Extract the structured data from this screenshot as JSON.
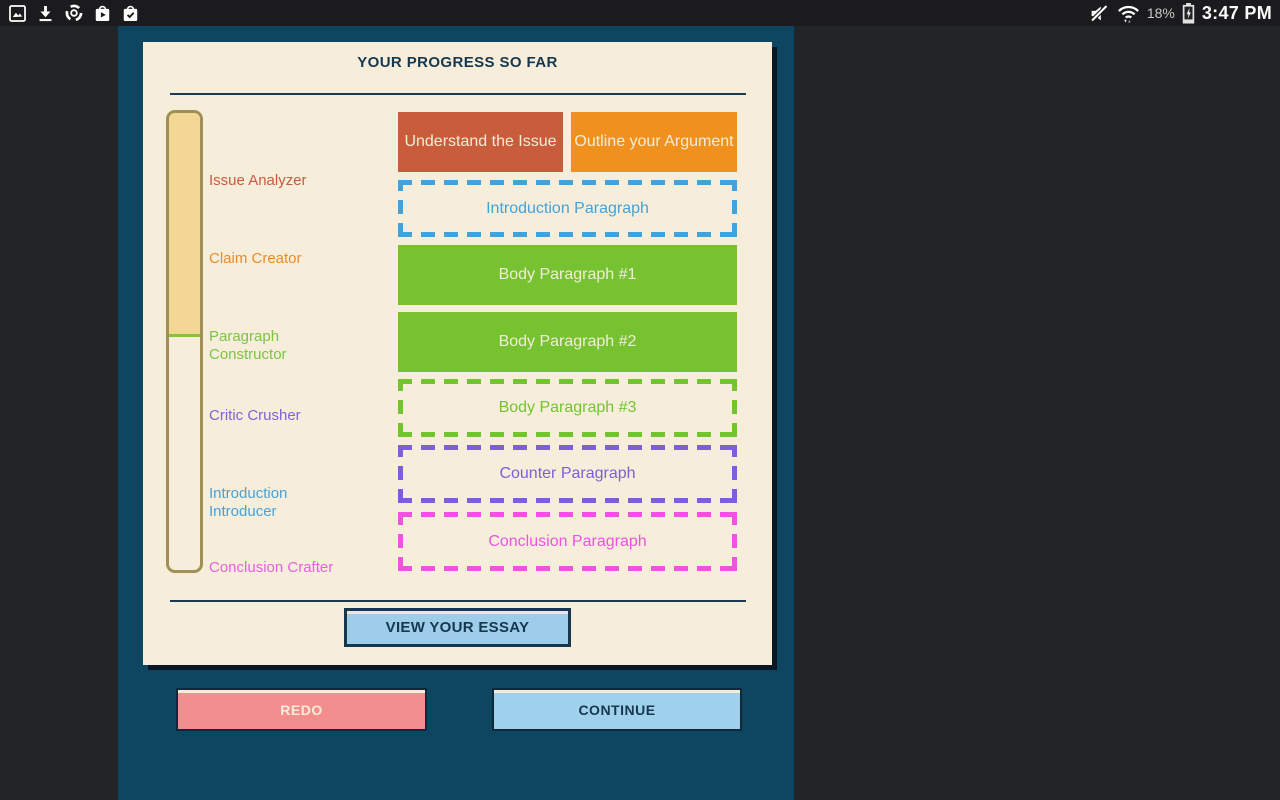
{
  "status_bar": {
    "time": "3:47 PM",
    "battery_percent": "18%",
    "battery_state": "charging",
    "left_icons": [
      "screenshot-icon",
      "download-icon",
      "chrome-icon",
      "play-store-icon",
      "verified-apps-icon"
    ],
    "right_icons": [
      "volume-muted-icon",
      "wifi-icon",
      "battery-charging-icon"
    ]
  },
  "progress_card": {
    "title": "YOUR PROGRESS SO FAR",
    "progress_bar": {
      "fill_percent": 49,
      "fill_color": "#f3d794",
      "marker_color": "#84c43c"
    },
    "stages": [
      {
        "label": "Issue Analyzer",
        "color": "#c75b40"
      },
      {
        "label": "Claim Creator",
        "color": "#ee8a28"
      },
      {
        "label": "Paragraph Constructor",
        "color": "#7cc342"
      },
      {
        "label": "Critic Crusher",
        "color": "#7e64d6"
      },
      {
        "label": "Introduction Introducer",
        "color": "#4aa0d8"
      },
      {
        "label": "Conclusion Crafter",
        "color": "#e95fe0"
      }
    ],
    "steps": [
      {
        "label": "Understand the Issue",
        "state": "complete",
        "color": "#c95c3b"
      },
      {
        "label": "Outline your Argument",
        "state": "complete",
        "color": "#f0911e"
      },
      {
        "label": "Introduction Paragraph",
        "state": "incomplete",
        "color": "#45a2d9"
      },
      {
        "label": "Body Paragraph #1",
        "state": "complete",
        "color": "#76c231"
      },
      {
        "label": "Body Paragraph #2",
        "state": "complete",
        "color": "#76c231"
      },
      {
        "label": "Body Paragraph #3",
        "state": "incomplete",
        "color": "#72c52f"
      },
      {
        "label": "Counter Paragraph",
        "state": "incomplete",
        "color": "#7b60da"
      },
      {
        "label": "Conclusion Paragraph",
        "state": "incomplete",
        "color": "#f052e2"
      }
    ],
    "view_essay_button": "VIEW YOUR ESSAY"
  },
  "footer": {
    "redo_button": "REDO",
    "continue_button": "CONTINUE"
  },
  "colors": {
    "background": "#212528",
    "status_bar": "#1b1b1d",
    "panel_teal": "#0e4560",
    "card_cream": "#f6eeda",
    "navy_text": "#17374e",
    "redo_pink": "#f28e8d",
    "continue_blue": "#9fd0ec",
    "view_blue": "#9ecdea"
  }
}
